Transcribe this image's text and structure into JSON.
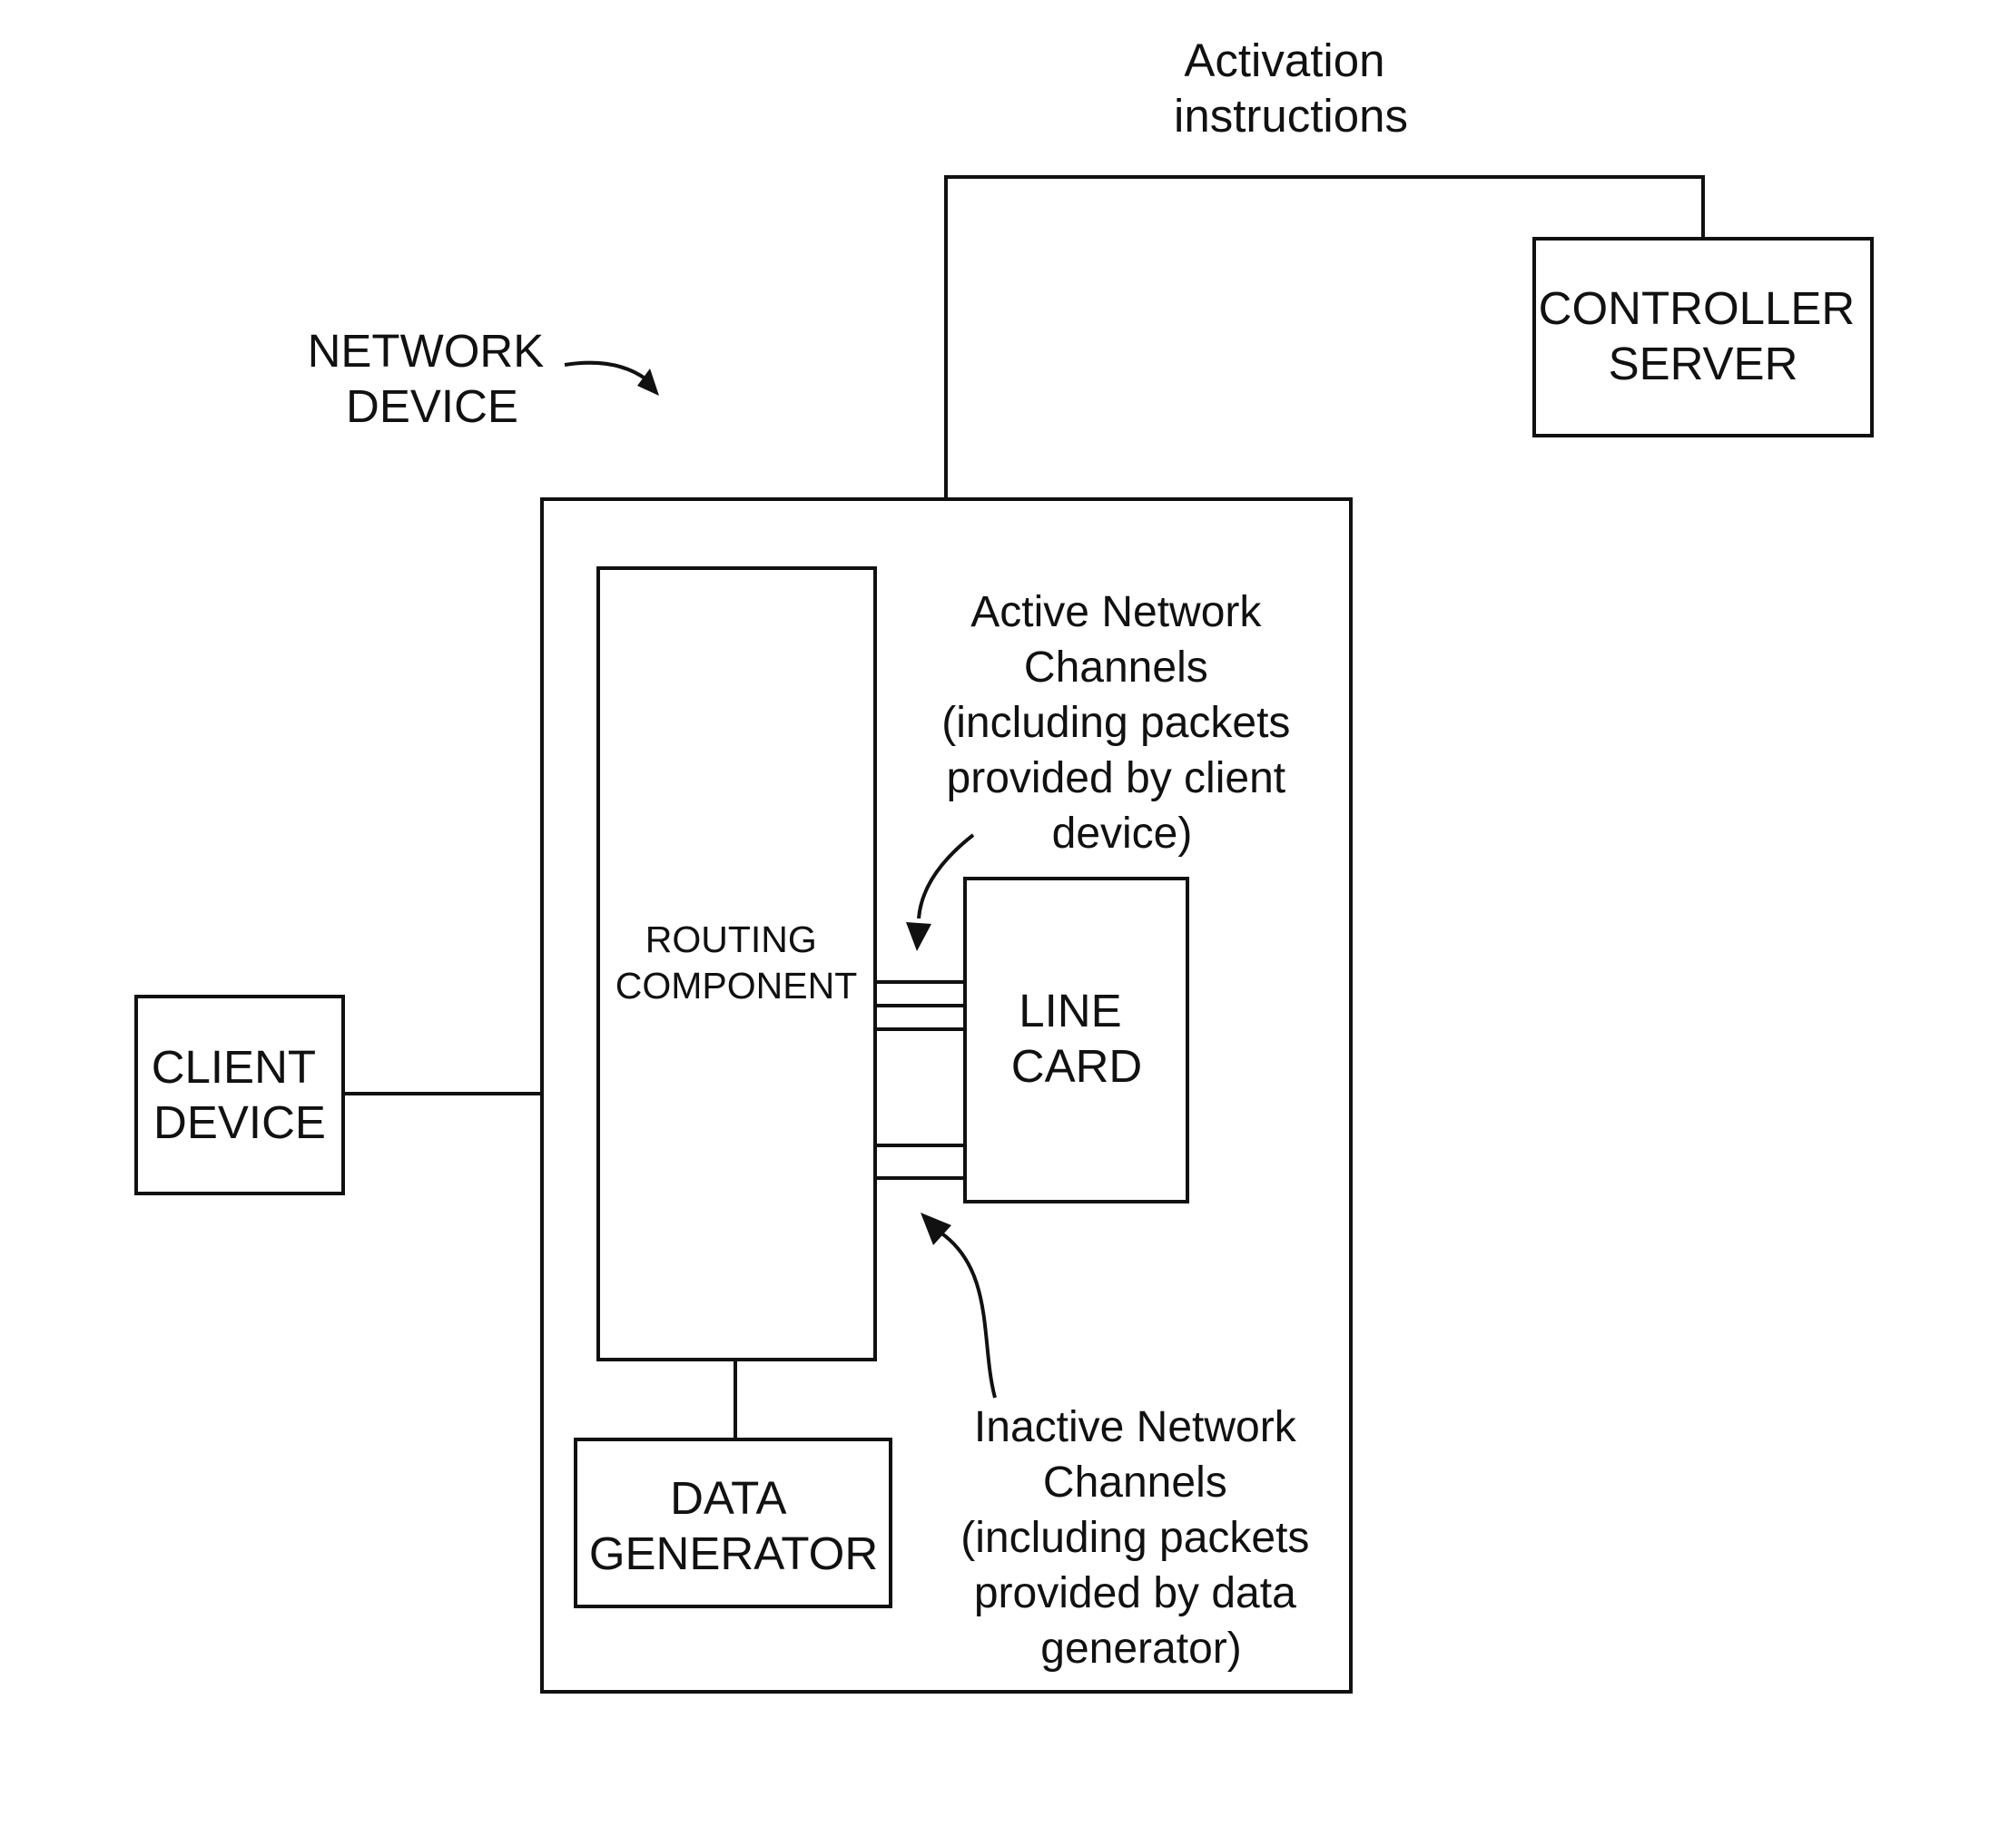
{
  "diagram": {
    "activation_label": [
      "Activation",
      "instructions"
    ],
    "network_device_label": [
      "NETWORK",
      "DEVICE"
    ],
    "controller_server": [
      "CONTROLLER",
      "SERVER"
    ],
    "client_device": [
      "CLIENT",
      "DEVICE"
    ],
    "routing_component": [
      "ROUTING",
      "COMPONENT"
    ],
    "line_card": [
      "LINE",
      "CARD"
    ],
    "data_generator": [
      "DATA",
      "GENERATOR"
    ],
    "active_channels_label": [
      "Active Network",
      "Channels",
      "(including packets",
      "provided by client",
      "device)"
    ],
    "inactive_channels_label": [
      "Inactive Network",
      "Channels",
      "(including packets",
      "provided by data",
      "generator)"
    ]
  }
}
